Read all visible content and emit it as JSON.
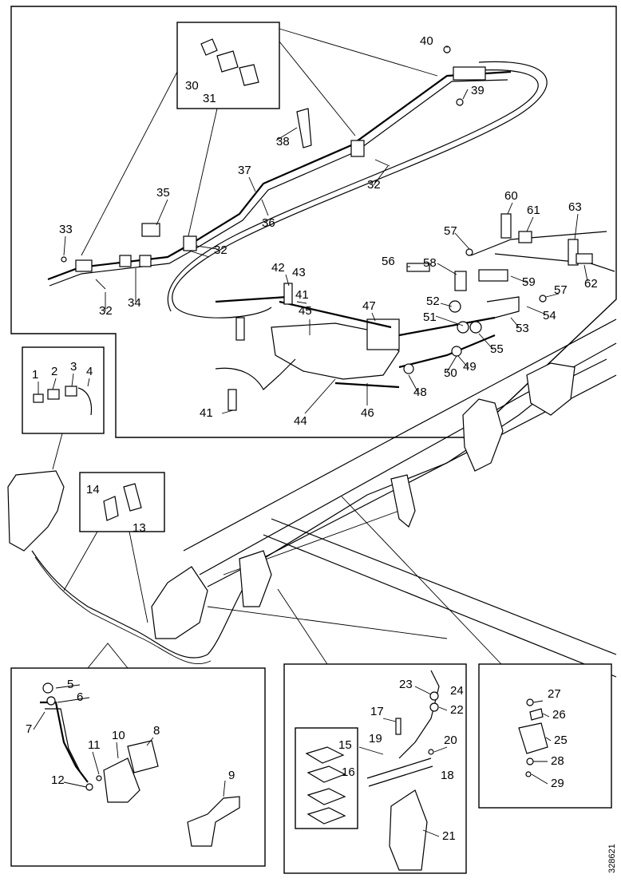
{
  "reference_code": "328621",
  "callouts": [
    "1",
    "2",
    "3",
    "4",
    "5",
    "6",
    "7",
    "8",
    "9",
    "10",
    "11",
    "12",
    "13",
    "14",
    "15",
    "16",
    "17",
    "18",
    "19",
    "20",
    "21",
    "22",
    "23",
    "24",
    "25",
    "26",
    "27",
    "28",
    "29",
    "30",
    "31",
    "32",
    "33",
    "34",
    "35",
    "36",
    "37",
    "38",
    "39",
    "40",
    "41",
    "42",
    "43",
    "44",
    "45",
    "46",
    "47",
    "48",
    "49",
    "50",
    "51",
    "52",
    "53",
    "54",
    "55",
    "56",
    "57",
    "58",
    "59",
    "60",
    "61",
    "62",
    "63"
  ]
}
